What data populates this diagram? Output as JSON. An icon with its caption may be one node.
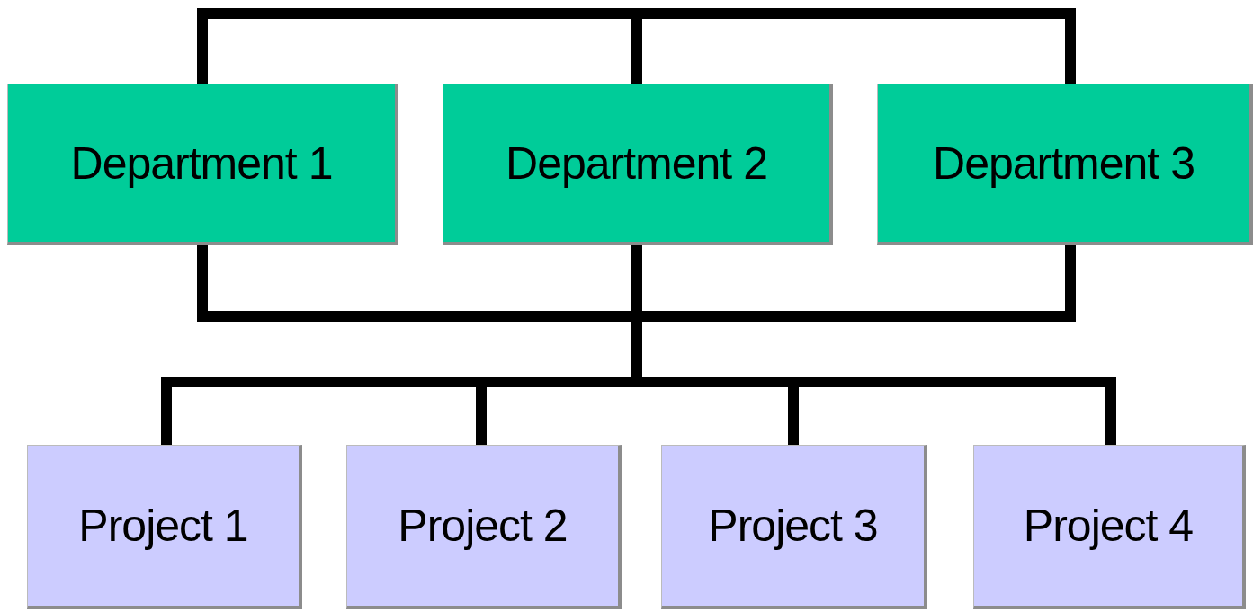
{
  "diagram": {
    "nodes": [
      {
        "text": [
          "Department 1"
        ]
      },
      {
        "text": [
          "Department 2"
        ]
      },
      {
        "text": [
          "Department 3"
        ]
      },
      {
        "text": [
          "Project 1"
        ]
      },
      {
        "text": [
          "Project 2"
        ]
      },
      {
        "text": [
          "Project 3"
        ]
      },
      {
        "text": [
          "Project 4"
        ]
      }
    ],
    "edges": [
      {
        "from": 0,
        "to": 1,
        "arrow": "none"
      },
      {
        "from": 0,
        "to": 2,
        "arrow": "none"
      },
      {
        "from": 1,
        "to": 2,
        "arrow": "none"
      },
      {
        "from": 0,
        "to": 3,
        "arrow": "none"
      },
      {
        "from": 0,
        "to": 4,
        "arrow": "none"
      },
      {
        "from": 0,
        "to": 5,
        "arrow": "none"
      },
      {
        "from": 0,
        "to": 6,
        "arrow": "none"
      },
      {
        "from": 1,
        "to": 3,
        "arrow": "none"
      },
      {
        "from": 1,
        "to": 4,
        "arrow": "none"
      },
      {
        "from": 1,
        "to": 5,
        "arrow": "none"
      },
      {
        "from": 1,
        "to": 6,
        "arrow": "none"
      },
      {
        "from": 2,
        "to": 3,
        "arrow": "none"
      },
      {
        "from": 2,
        "to": 4,
        "arrow": "none"
      },
      {
        "from": 2,
        "to": 5,
        "arrow": "none"
      },
      {
        "from": 2,
        "to": 6,
        "arrow": "none"
      }
    ]
  }
}
